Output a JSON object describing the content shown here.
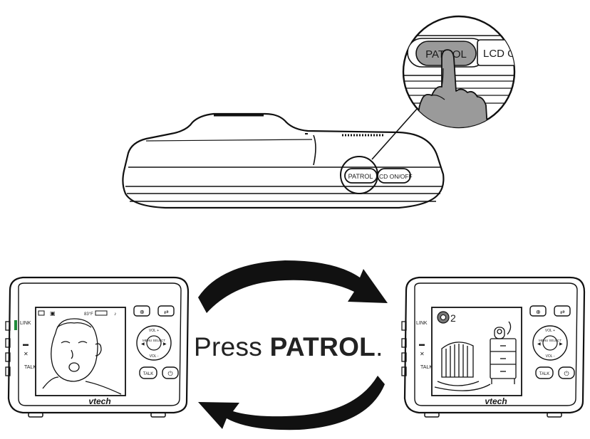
{
  "top_device": {
    "patrol_label": "PATROL",
    "lcd_label": "LCD ON/OFF"
  },
  "zoom": {
    "patrol_label": "PATROL",
    "lcd_label_partial": "LCD ON/"
  },
  "monitor_left": {
    "link_label": "LINK",
    "talk_side_label": "TALK",
    "temperature": "83°F",
    "talk_button": "TALK",
    "menu_label": "MENU SELECT",
    "vol_up": "VOL +",
    "vol_down": "VOL -",
    "brand": "vtech"
  },
  "monitor_right": {
    "link_label": "LINK",
    "talk_side_label": "TALK",
    "camera_number": "2",
    "talk_button": "TALK",
    "menu_label": "MENU SELECT",
    "vol_up": "VOL +",
    "vol_down": "VOL -",
    "brand": "vtech"
  },
  "caption": {
    "prefix": "Press ",
    "bold": "PATROL",
    "suffix": "."
  }
}
